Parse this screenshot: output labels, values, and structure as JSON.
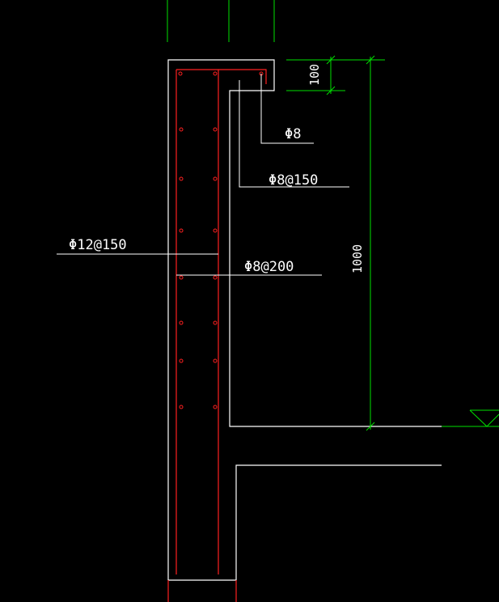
{
  "colors": {
    "background": "#000000",
    "concrete_outline": "#ffffff",
    "rebar": "#ff2020",
    "dimension": "#00e000",
    "leader": "#ffffff",
    "text": "#ffffff"
  },
  "labels": {
    "top_bar": "Φ8",
    "stirrup": "Φ8@150",
    "vertical_bars": "Φ12@150",
    "distribution_bars": "Φ8@200"
  },
  "dimensions": {
    "small_height": "100",
    "total_height": "1000"
  }
}
